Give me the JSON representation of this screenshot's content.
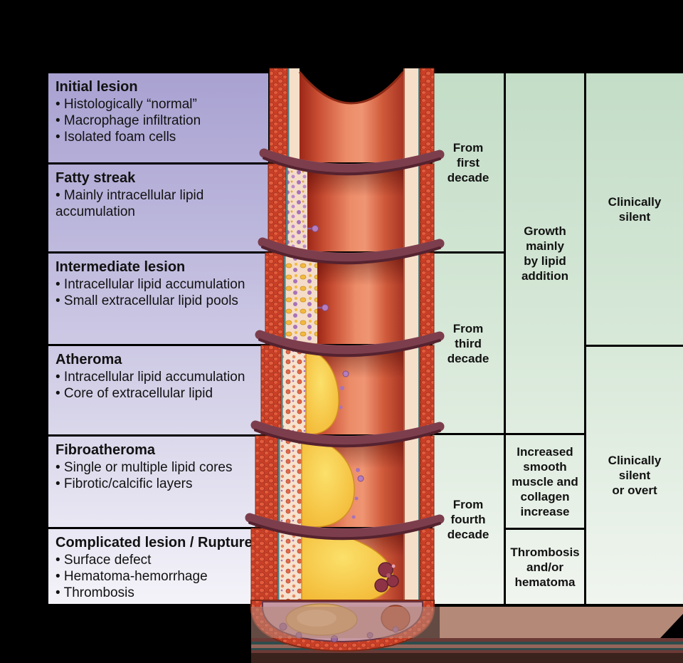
{
  "diagram": {
    "subject": "atherosclerosis-progression",
    "illustration_label": "artery longitudinal cut-away showing progressive plaque growth"
  },
  "stages": [
    {
      "heading": "Initial lesion",
      "bullets": [
        "• Histologically “normal”",
        "• Macrophage infiltration",
        "• Isolated foam cells"
      ]
    },
    {
      "heading": "Fatty streak",
      "bullets": [
        "• Mainly intracellular lipid accumulation"
      ]
    },
    {
      "heading": "Intermediate lesion",
      "bullets": [
        "• Intracellular lipid accumulation",
        "• Small extracellular lipid pools"
      ]
    },
    {
      "heading": "Atheroma",
      "bullets": [
        "• Intracellular lipid accumulation",
        "• Core of extracellular lipid"
      ]
    },
    {
      "heading": "Fibroatheroma",
      "bullets": [
        "• Single or multiple lipid cores",
        "• Fibrotic/calcific layers"
      ]
    },
    {
      "heading": "Complicated lesion / Rupture",
      "bullets": [
        "• Surface defect",
        "• Hematoma-hemorrhage",
        "• Thrombosis"
      ]
    }
  ],
  "timeline": {
    "cells": [
      "From\nfirst\ndecade",
      "From\nthird\ndecade",
      "From\nfourth\ndecade"
    ]
  },
  "growth": {
    "cells": [
      "Growth\nmainly\nby lipid\naddition",
      "Increased\nsmooth\nmuscle and\ncollagen\nincrease",
      "Thrombosis\nand/or\nhematoma"
    ]
  },
  "clinical": {
    "cells": [
      "Clinically\nsilent",
      "Clinically\nsilent\nor overt"
    ]
  },
  "colors": {
    "stage_panel_top": "#a9a2d2",
    "stage_panel_bottom": "#f4f3f9",
    "green_panel_top": "#c3ddc7",
    "green_panel_bottom": "#f0f5ef",
    "border": "#000000",
    "artery_wall": "#c93f27",
    "intima_cream": "#f6dfc9",
    "lipid_core_yellow": "#f2b32e",
    "foam_cell_purple": "#a873b8",
    "thrombus_red": "#8e3346",
    "bottom_band_mauve": "#b48977",
    "bottom_band_dark": "#3a221d"
  }
}
